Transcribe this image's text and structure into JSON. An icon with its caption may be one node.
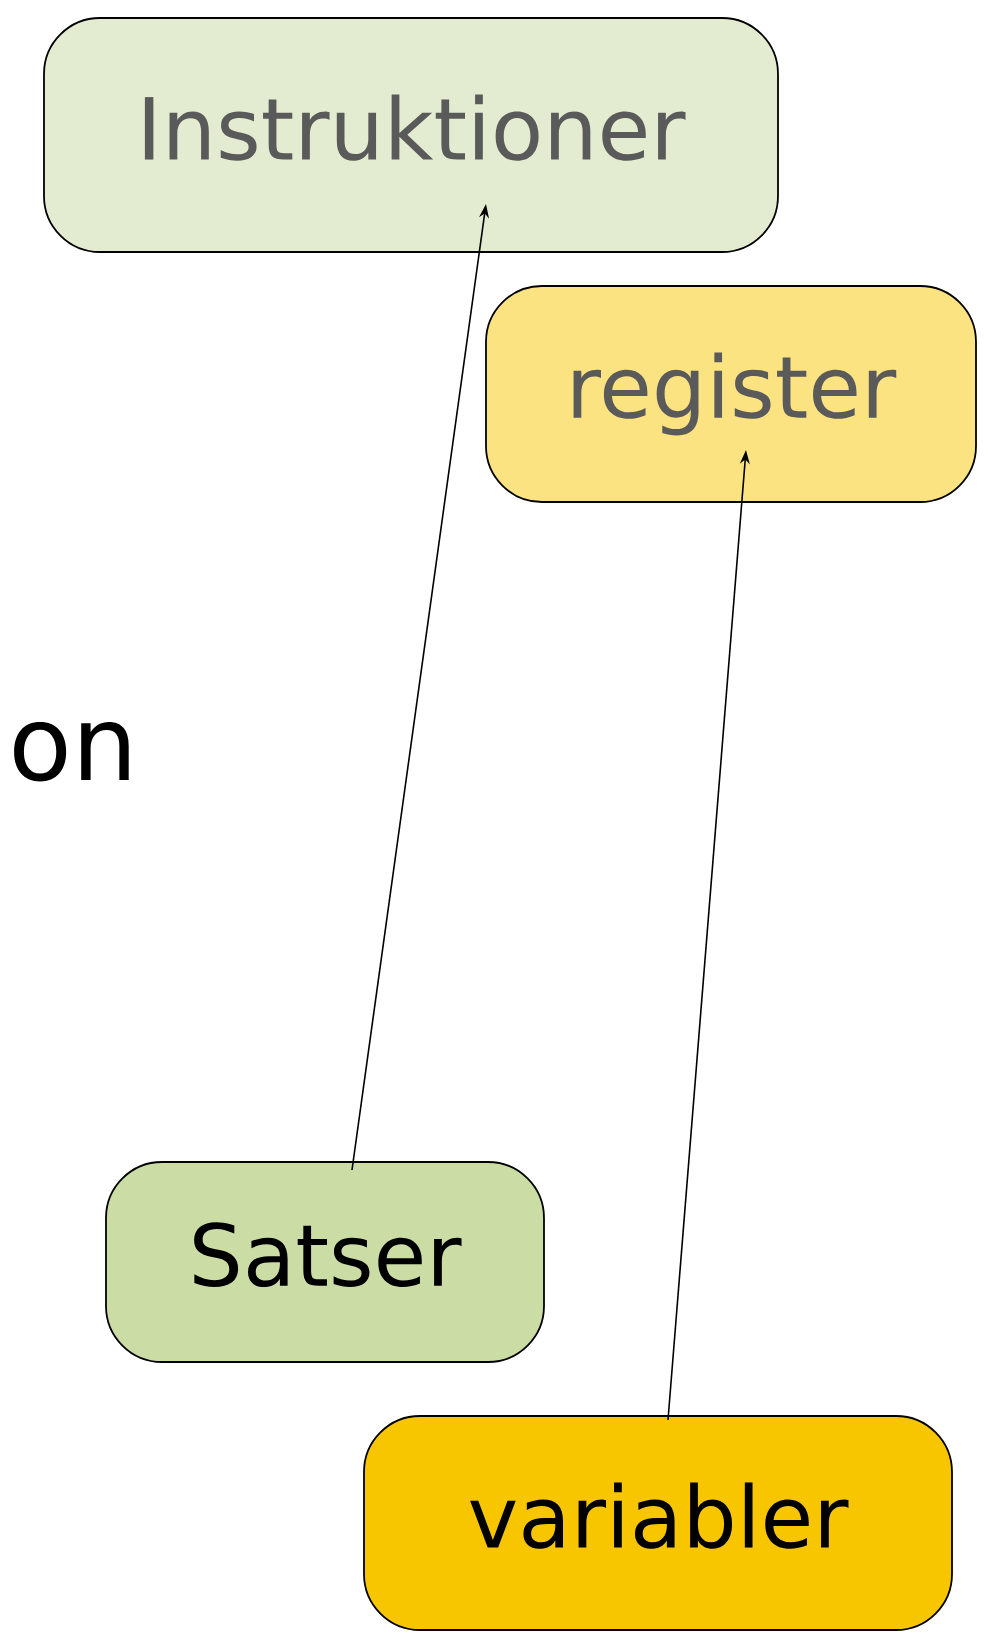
{
  "diagram": {
    "nodes": [
      {
        "text": [
          "Instruktioner"
        ]
      },
      {
        "text": [
          "register"
        ]
      },
      {
        "text": [
          "Satser"
        ]
      },
      {
        "text": [
          "variabler"
        ]
      }
    ],
    "edges": [
      {
        "from": 2,
        "to": 0,
        "arrow": "to"
      },
      {
        "from": 3,
        "to": 1,
        "arrow": "to"
      }
    ],
    "labels": [
      "on"
    ]
  }
}
